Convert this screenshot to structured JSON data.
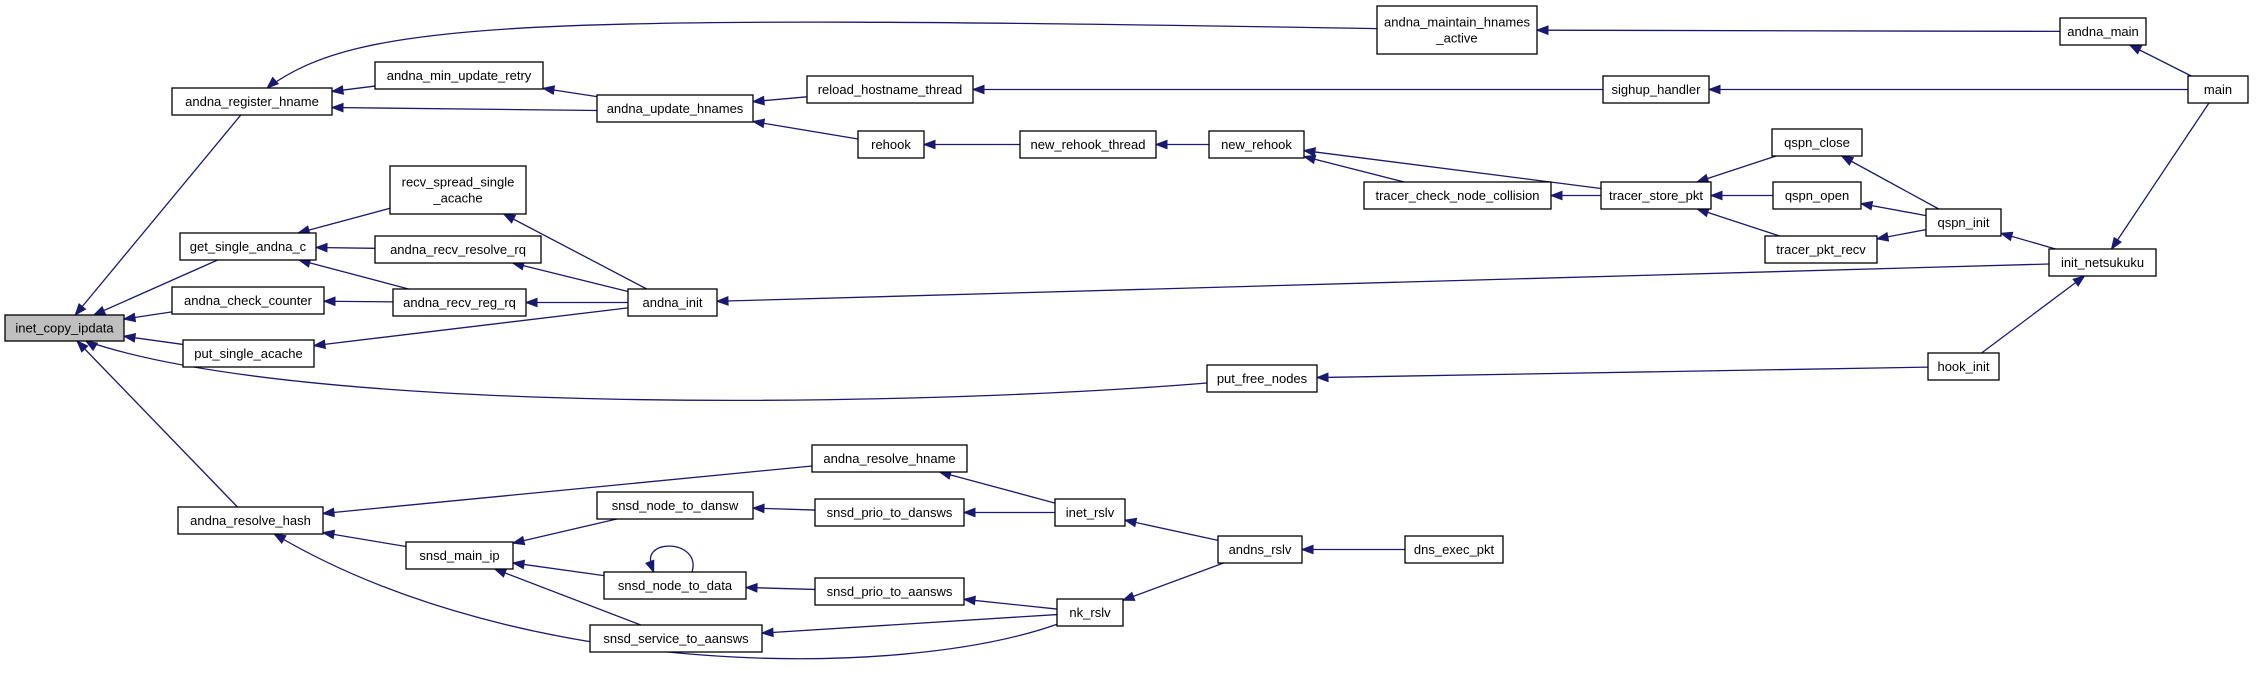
{
  "diagram": {
    "type": "call-graph",
    "edge_color": "#191970",
    "root_fill": "#bfbfbf",
    "nodes": [
      {
        "id": "inet_copy_ipdata",
        "lines": [
          "inet_copy_ipdata"
        ],
        "root": true
      },
      {
        "id": "andna_register_hname",
        "lines": [
          "andna_register_hname"
        ]
      },
      {
        "id": "get_single_andna_c",
        "lines": [
          "get_single_andna_c"
        ]
      },
      {
        "id": "andna_check_counter",
        "lines": [
          "andna_check_counter"
        ]
      },
      {
        "id": "put_single_acache",
        "lines": [
          "put_single_acache"
        ]
      },
      {
        "id": "andna_resolve_hash",
        "lines": [
          "andna_resolve_hash"
        ]
      },
      {
        "id": "andna_min_update_retry",
        "lines": [
          "andna_min_update_retry"
        ]
      },
      {
        "id": "recv_spread_single_acache",
        "lines": [
          "recv_spread_single",
          "_acache"
        ]
      },
      {
        "id": "andna_recv_resolve_rq",
        "lines": [
          "andna_recv_resolve_rq"
        ]
      },
      {
        "id": "andna_recv_reg_rq",
        "lines": [
          "andna_recv_reg_rq"
        ]
      },
      {
        "id": "snsd_main_ip",
        "lines": [
          "snsd_main_ip"
        ]
      },
      {
        "id": "andna_update_hnames",
        "lines": [
          "andna_update_hnames"
        ]
      },
      {
        "id": "andna_init",
        "lines": [
          "andna_init"
        ]
      },
      {
        "id": "snsd_node_to_dansw",
        "lines": [
          "snsd_node_to_dansw"
        ]
      },
      {
        "id": "snsd_node_to_data",
        "lines": [
          "snsd_node_to_data"
        ]
      },
      {
        "id": "snsd_service_to_aansws",
        "lines": [
          "snsd_service_to_aansws"
        ]
      },
      {
        "id": "reload_hostname_thread",
        "lines": [
          "reload_hostname_thread"
        ]
      },
      {
        "id": "rehook",
        "lines": [
          "rehook"
        ]
      },
      {
        "id": "andna_resolve_hname",
        "lines": [
          "andna_resolve_hname"
        ]
      },
      {
        "id": "snsd_prio_to_dansws",
        "lines": [
          "snsd_prio_to_dansws"
        ]
      },
      {
        "id": "snsd_prio_to_aansws",
        "lines": [
          "snsd_prio_to_aansws"
        ]
      },
      {
        "id": "new_rehook_thread",
        "lines": [
          "new_rehook_thread"
        ]
      },
      {
        "id": "inet_rslv",
        "lines": [
          "inet_rslv"
        ]
      },
      {
        "id": "nk_rslv",
        "lines": [
          "nk_rslv"
        ]
      },
      {
        "id": "new_rehook",
        "lines": [
          "new_rehook"
        ]
      },
      {
        "id": "put_free_nodes",
        "lines": [
          "put_free_nodes"
        ]
      },
      {
        "id": "andns_rslv",
        "lines": [
          "andns_rslv"
        ]
      },
      {
        "id": "andna_maintain_hnames_active",
        "lines": [
          "andna_maintain_hnames",
          "_active"
        ]
      },
      {
        "id": "tracer_check_node_collision",
        "lines": [
          "tracer_check_node_collision"
        ]
      },
      {
        "id": "dns_exec_pkt",
        "lines": [
          "dns_exec_pkt"
        ]
      },
      {
        "id": "sighup_handler",
        "lines": [
          "sighup_handler"
        ]
      },
      {
        "id": "tracer_store_pkt",
        "lines": [
          "tracer_store_pkt"
        ]
      },
      {
        "id": "qspn_close",
        "lines": [
          "qspn_close"
        ]
      },
      {
        "id": "qspn_open",
        "lines": [
          "qspn_open"
        ]
      },
      {
        "id": "tracer_pkt_recv",
        "lines": [
          "tracer_pkt_recv"
        ]
      },
      {
        "id": "hook_init",
        "lines": [
          "hook_init"
        ]
      },
      {
        "id": "qspn_init",
        "lines": [
          "qspn_init"
        ]
      },
      {
        "id": "andna_main",
        "lines": [
          "andna_main"
        ]
      },
      {
        "id": "init_netsukuku",
        "lines": [
          "init_netsukuku"
        ]
      },
      {
        "id": "main",
        "lines": [
          "main"
        ]
      }
    ],
    "edges": [
      {
        "from": "andna_register_hname",
        "to": "inet_copy_ipdata"
      },
      {
        "from": "get_single_andna_c",
        "to": "inet_copy_ipdata"
      },
      {
        "from": "andna_check_counter",
        "to": "inet_copy_ipdata"
      },
      {
        "from": "put_single_acache",
        "to": "inet_copy_ipdata"
      },
      {
        "from": "put_free_nodes",
        "to": "inet_copy_ipdata"
      },
      {
        "from": "andna_resolve_hash",
        "to": "inet_copy_ipdata"
      },
      {
        "from": "andna_maintain_hnames_active",
        "to": "andna_register_hname"
      },
      {
        "from": "andna_min_update_retry",
        "to": "andna_register_hname"
      },
      {
        "from": "andna_update_hnames",
        "to": "andna_register_hname"
      },
      {
        "from": "andna_update_hnames",
        "to": "andna_min_update_retry"
      },
      {
        "from": "reload_hostname_thread",
        "to": "andna_update_hnames"
      },
      {
        "from": "rehook",
        "to": "andna_update_hnames"
      },
      {
        "from": "sighup_handler",
        "to": "reload_hostname_thread"
      },
      {
        "from": "new_rehook_thread",
        "to": "rehook"
      },
      {
        "from": "new_rehook",
        "to": "new_rehook_thread"
      },
      {
        "from": "tracer_check_node_collision",
        "to": "new_rehook"
      },
      {
        "from": "tracer_store_pkt",
        "to": "new_rehook"
      },
      {
        "from": "tracer_store_pkt",
        "to": "tracer_check_node_collision"
      },
      {
        "from": "qspn_close",
        "to": "tracer_store_pkt"
      },
      {
        "from": "qspn_open",
        "to": "tracer_store_pkt"
      },
      {
        "from": "tracer_pkt_recv",
        "to": "tracer_store_pkt"
      },
      {
        "from": "qspn_init",
        "to": "qspn_close"
      },
      {
        "from": "qspn_init",
        "to": "qspn_open"
      },
      {
        "from": "qspn_init",
        "to": "tracer_pkt_recv"
      },
      {
        "from": "init_netsukuku",
        "to": "qspn_init"
      },
      {
        "from": "main",
        "to": "init_netsukuku"
      },
      {
        "from": "main",
        "to": "andna_main"
      },
      {
        "from": "main",
        "to": "sighup_handler"
      },
      {
        "from": "andna_main",
        "to": "andna_maintain_hnames_active"
      },
      {
        "from": "recv_spread_single_acache",
        "to": "get_single_andna_c"
      },
      {
        "from": "andna_recv_resolve_rq",
        "to": "get_single_andna_c"
      },
      {
        "from": "andna_recv_reg_rq",
        "to": "get_single_andna_c"
      },
      {
        "from": "andna_recv_reg_rq",
        "to": "andna_check_counter"
      },
      {
        "from": "andna_init",
        "to": "recv_spread_single_acache"
      },
      {
        "from": "andna_init",
        "to": "andna_recv_resolve_rq"
      },
      {
        "from": "andna_init",
        "to": "andna_recv_reg_rq"
      },
      {
        "from": "andna_init",
        "to": "put_single_acache"
      },
      {
        "from": "init_netsukuku",
        "to": "andna_init"
      },
      {
        "from": "hook_init",
        "to": "put_free_nodes"
      },
      {
        "from": "hook_init",
        "to": "init_netsukuku"
      },
      {
        "from": "andna_resolve_hname",
        "to": "andna_resolve_hash"
      },
      {
        "from": "snsd_main_ip",
        "to": "andna_resolve_hash"
      },
      {
        "from": "nk_rslv",
        "to": "andna_resolve_hash"
      },
      {
        "from": "snsd_node_to_dansw",
        "to": "snsd_main_ip"
      },
      {
        "from": "snsd_node_to_data",
        "to": "snsd_main_ip"
      },
      {
        "from": "snsd_service_to_aansws",
        "to": "snsd_main_ip"
      },
      {
        "from": "snsd_prio_to_dansws",
        "to": "snsd_node_to_dansw"
      },
      {
        "from": "snsd_node_to_data",
        "to": "snsd_node_to_data"
      },
      {
        "from": "snsd_prio_to_aansws",
        "to": "snsd_node_to_data"
      },
      {
        "from": "nk_rslv",
        "to": "snsd_service_to_aansws"
      },
      {
        "from": "inet_rslv",
        "to": "snsd_prio_to_dansws"
      },
      {
        "from": "nk_rslv",
        "to": "snsd_prio_to_aansws"
      },
      {
        "from": "inet_rslv",
        "to": "andna_resolve_hname"
      },
      {
        "from": "andns_rslv",
        "to": "inet_rslv"
      },
      {
        "from": "andns_rslv",
        "to": "nk_rslv"
      },
      {
        "from": "dns_exec_pkt",
        "to": "andns_rslv"
      }
    ]
  }
}
